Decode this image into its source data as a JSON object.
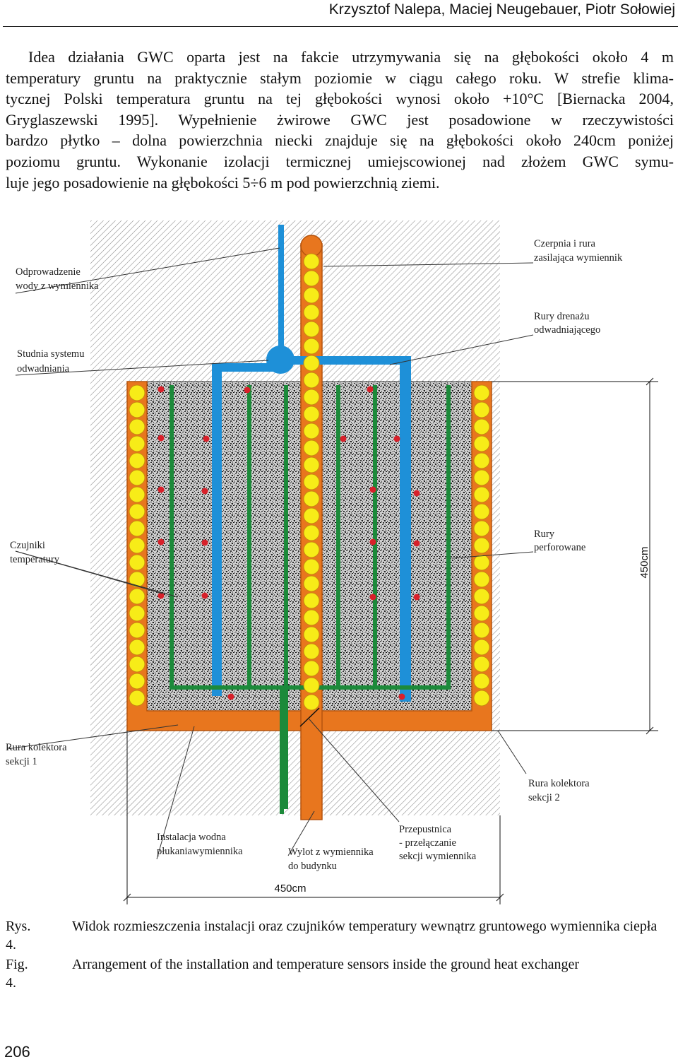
{
  "header": {
    "authors": "Krzysztof Nalepa, Maciej Neugebauer, Piotr Sołowiej"
  },
  "body": {
    "lines": [
      "Idea działania GWC oparta jest na fakcie utrzymywania się na głębokości około 4 m",
      "temperatury gruntu na praktycznie stałym poziomie w ciągu całego roku. W strefie klima-",
      "tycznej Polski temperatura gruntu na tej głębokości wynosi około +10°C [Biernacka 2004,",
      "Gryglaszewski 1995]. Wypełnienie żwirowe GWC jest posadowione w rzeczywistości",
      "bardzo płytko – dolna powierzchnia niecki znajduje się na głębokości około 240cm poniżej",
      "poziomu gruntu. Wykonanie izolacji termicznej umiejscowionej nad złożem GWC symu-",
      "luje jego posadowienie na głębokości 5÷6 m pod powierzchnią ziemi."
    ]
  },
  "figure": {
    "labels": {
      "odprowadzenie_1": "Odprowadzenie",
      "odprowadzenie_2": "wody z wymiennika",
      "czerpnia_1": "Czerpnia i rura",
      "czerpnia_2": "zasilająca wymiennik",
      "drenaz_1": "Rury drenażu",
      "drenaz_2": "odwadniającego",
      "studnia_1": "Studnia systemu",
      "studnia_2": "odwadniania",
      "czujniki_1": "Czujniki",
      "czujniki_2": "temperatury",
      "perforowane_1": "Rury",
      "perforowane_2": "perforowane",
      "kolektor1_1": "Rura kolektora",
      "kolektor1_2": "sekcji 1",
      "kolektor2_1": "Rura kolektora",
      "kolektor2_2": "sekcji 2",
      "instalacja_1": "Instalacja wodna",
      "instalacja_2": "płukaniawymiennika",
      "wylot_1": "Wylot z wymiennika",
      "wylot_2": "do budynku",
      "przepustnica_1": "Przepustnica",
      "przepustnica_2": "- przełączanie",
      "przepustnica_3": "sekcji wymiennika"
    },
    "dimension_height": "450cm",
    "dimension_width": "450cm",
    "colors": {
      "orange_pipe": "#e8761e",
      "blue_pipe": "#1e90d8",
      "green_pipe": "#1c8a3a",
      "yellow_ring": "#f7ec18",
      "sensor_red": "#d8202a",
      "gravel": "#9a9a9a"
    }
  },
  "captions": {
    "pl_num": "Rys. 4.",
    "pl_text": "Widok rozmieszczenia instalacji oraz czujników temperatury wewnątrz gruntowego wymiennika ciepła",
    "en_num": "Fig. 4.",
    "en_text": "Arrangement of the installation and temperature sensors inside the ground heat exchanger"
  },
  "page_number": "206"
}
